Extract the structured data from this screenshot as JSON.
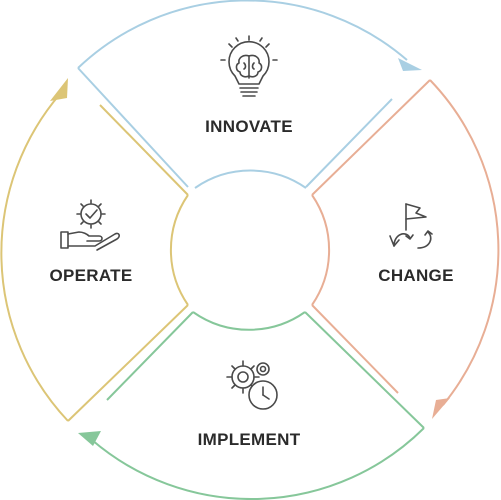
{
  "segments": [
    {
      "label": "INNOVATE",
      "icon": "lightbulb-brain-icon",
      "color": "#a9cfe3"
    },
    {
      "label": "CHANGE",
      "icon": "flag-arrows-icon",
      "color": "#e8ae95"
    },
    {
      "label": "IMPLEMENT",
      "icon": "gears-clock-icon",
      "color": "#86c79a"
    },
    {
      "label": "OPERATE",
      "icon": "hand-gear-icon",
      "color": "#dcc576"
    }
  ]
}
